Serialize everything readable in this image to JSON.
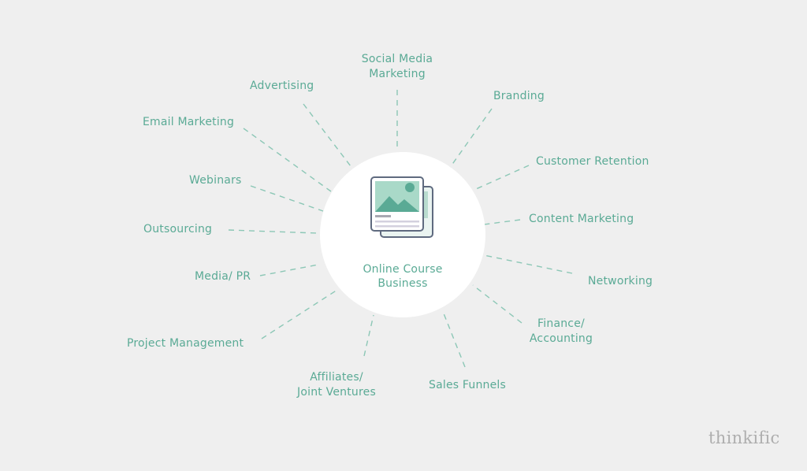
{
  "hub": {
    "label_line1": "Online Course",
    "label_line2": "Business",
    "icon": "document-image-icon"
  },
  "topics": {
    "social_media_line1": "Social Media",
    "social_media_line2": "Marketing",
    "advertising": "Advertising",
    "branding": "Branding",
    "email_marketing": "Email Marketing",
    "customer_retention": "Customer Retention",
    "webinars": "Webinars",
    "content_marketing": "Content Marketing",
    "outsourcing": "Outsourcing",
    "networking": "Networking",
    "media_pr": "Media/ PR",
    "finance_line1": "Finance/",
    "finance_line2": "Accounting",
    "project_management": "Project Management",
    "affiliates_line1": "Affiliates/",
    "affiliates_line2": "Joint Ventures",
    "sales_funnels": "Sales Funnels"
  },
  "brand": {
    "logo_text": "thinkific"
  },
  "colors": {
    "background": "#efefef",
    "accent": "#5aaa95",
    "ray": "#8cc7b6",
    "logo": "#aeaeae"
  }
}
